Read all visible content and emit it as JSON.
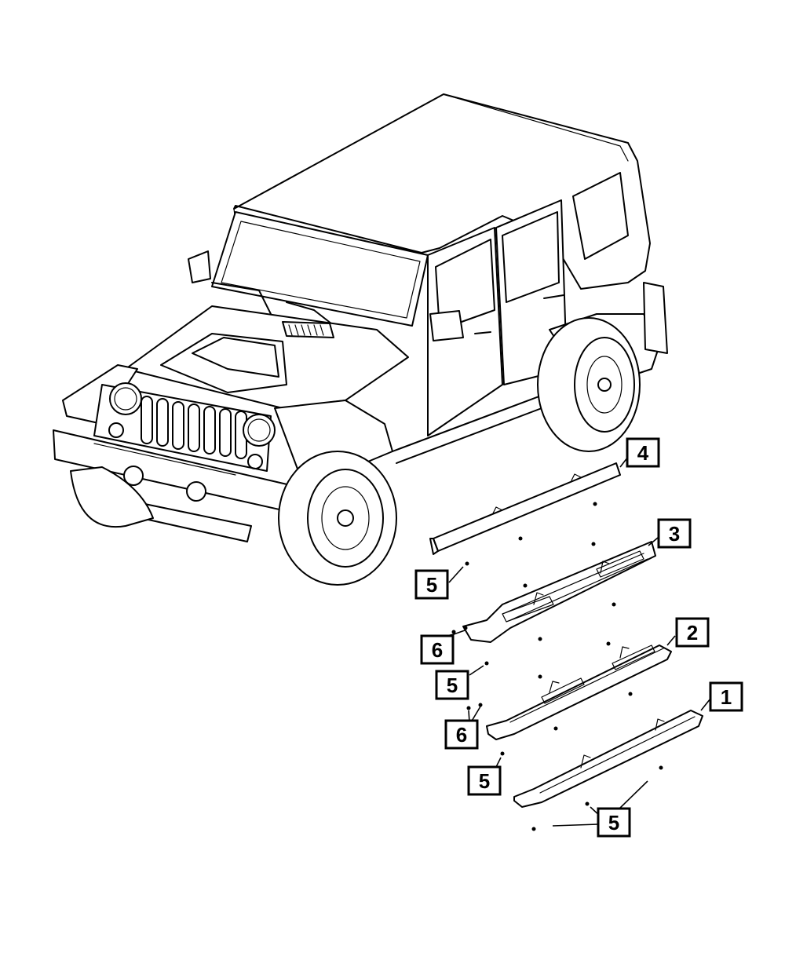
{
  "callouts": {
    "c1": "1",
    "c2": "2",
    "c3": "3",
    "c4": "4",
    "c5a": "5",
    "c5b": "5",
    "c5c": "5",
    "c5d": "5",
    "c6a": "6",
    "c6b": "6"
  },
  "colors": {
    "ink": "#000000",
    "paper": "#ffffff"
  }
}
